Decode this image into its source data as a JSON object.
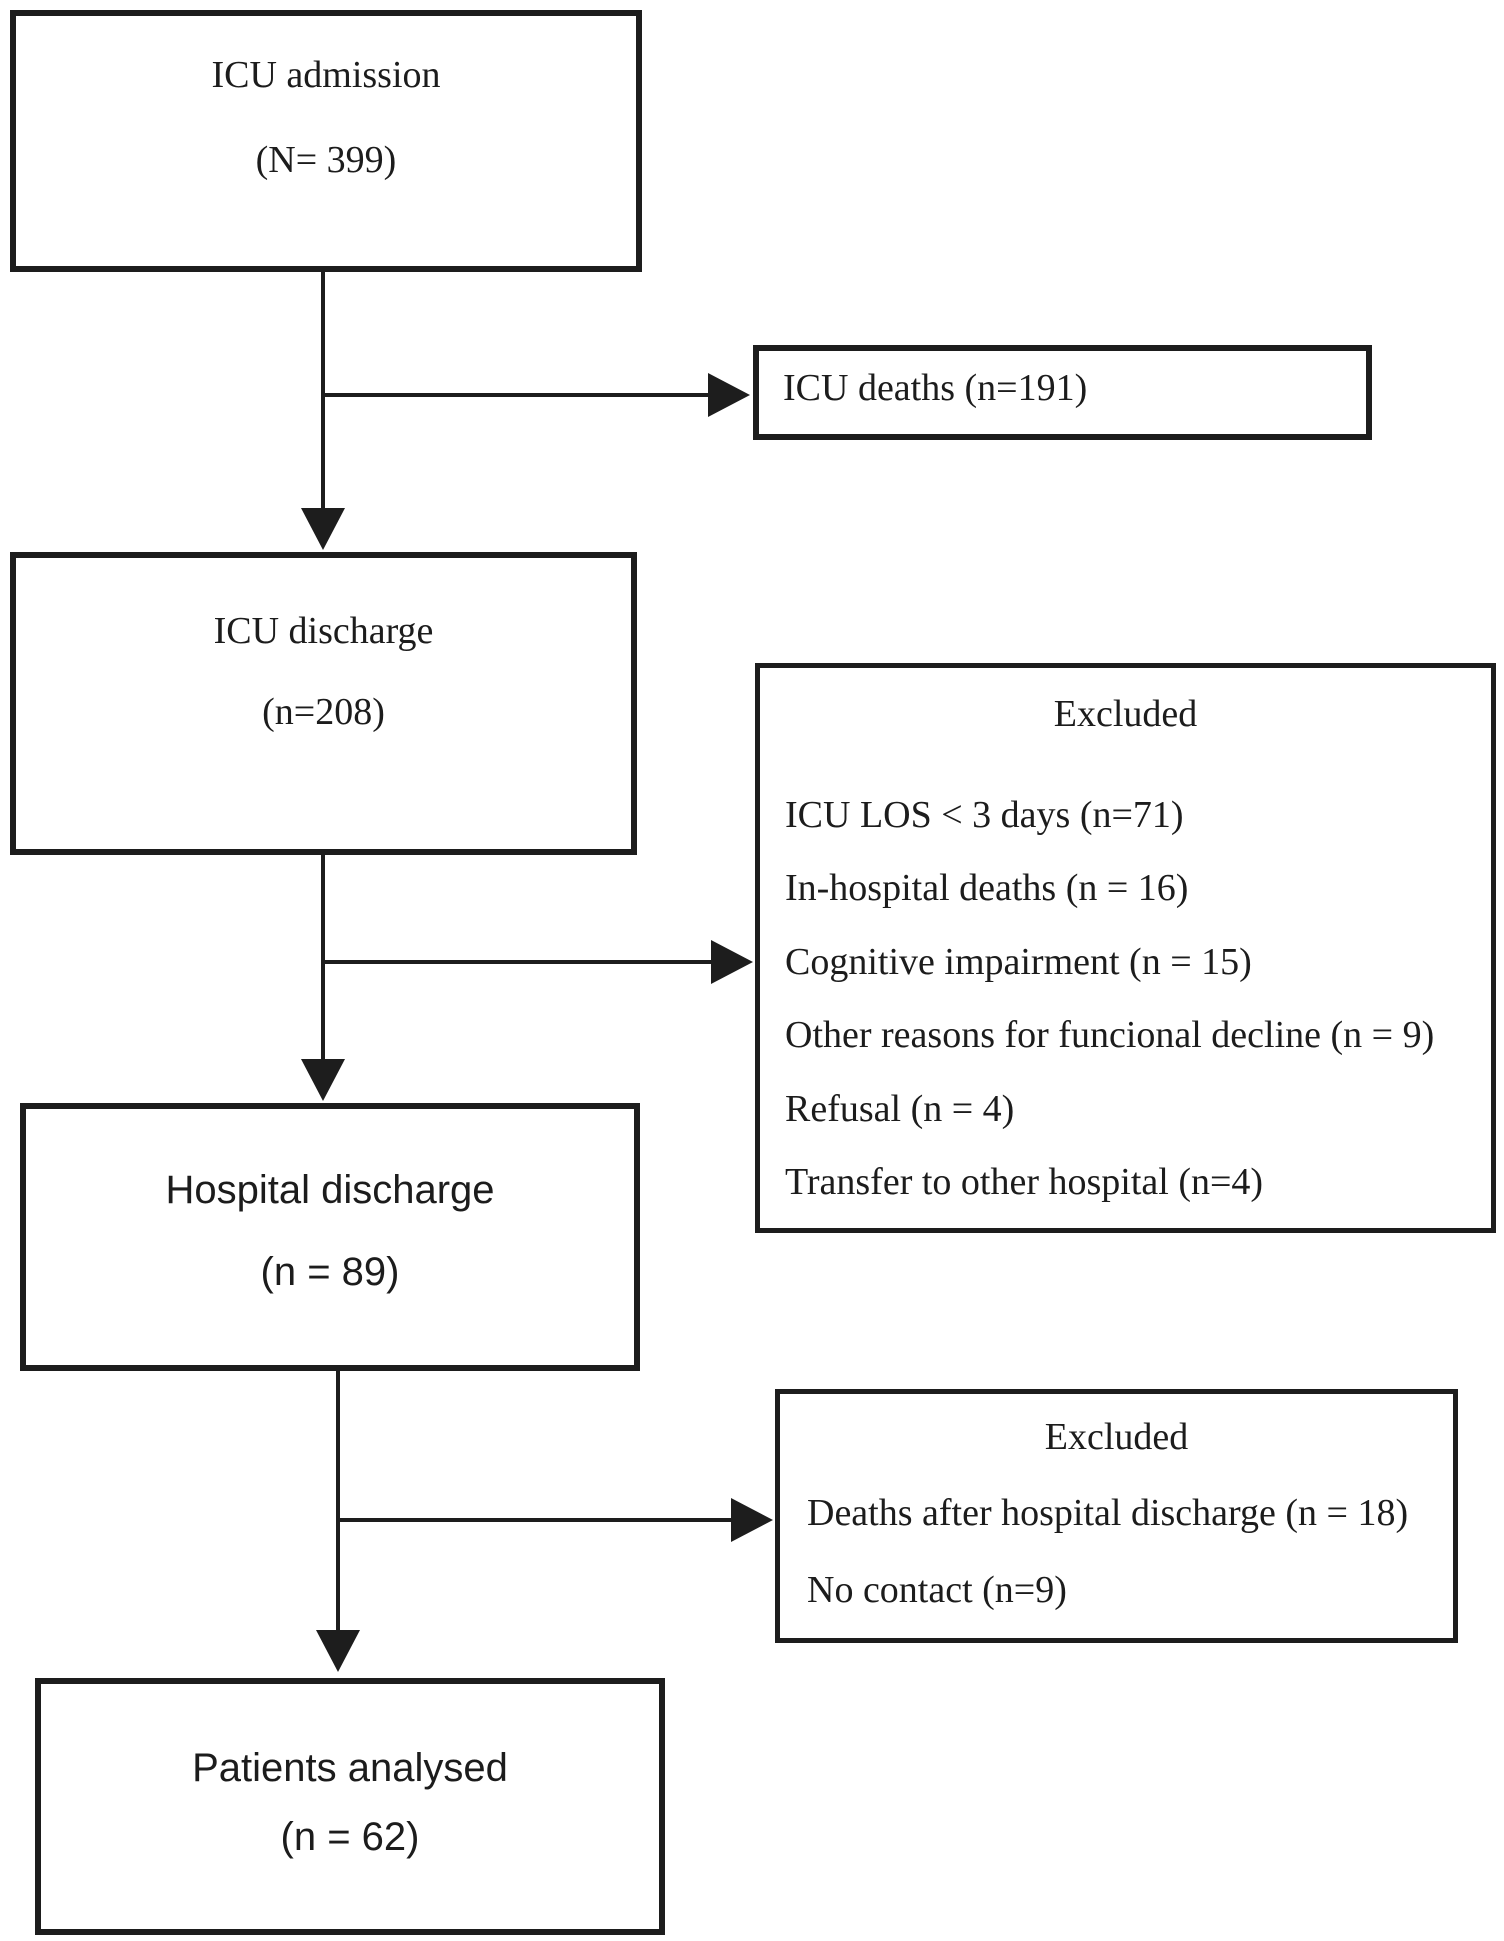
{
  "figure": {
    "type": "patient-flow-diagram",
    "colors": {
      "background": "#ffffff",
      "ink": "#1c1c1c",
      "border": "#1d1d1d"
    }
  },
  "boxes": {
    "icu_admission": {
      "lines": [
        "ICU admission",
        "(N= 399)"
      ]
    },
    "icu_deaths": {
      "lines": [
        "ICU deaths (n=191)"
      ]
    },
    "icu_discharge": {
      "lines": [
        "ICU discharge",
        "(n=208)"
      ]
    },
    "excluded_after_icu_discharge": {
      "title": "Excluded",
      "items": [
        "ICU LOS < 3 days (n=71)",
        "In-hospital deaths (n = 16)",
        "Cognitive impairment (n = 15)",
        "Other reasons for funcional decline (n = 9)",
        "Refusal (n = 4)",
        "Transfer to other hospital (n=4)"
      ]
    },
    "hospital_discharge": {
      "lines": [
        "Hospital discharge",
        "(n = 89)"
      ]
    },
    "excluded_after_hospital_discharge": {
      "title": "Excluded",
      "items": [
        "Deaths after hospital discharge (n = 18)",
        "No contact (n=9)"
      ]
    },
    "patients_analysed": {
      "lines": [
        "Patients analysed",
        "(n = 62)"
      ]
    }
  }
}
